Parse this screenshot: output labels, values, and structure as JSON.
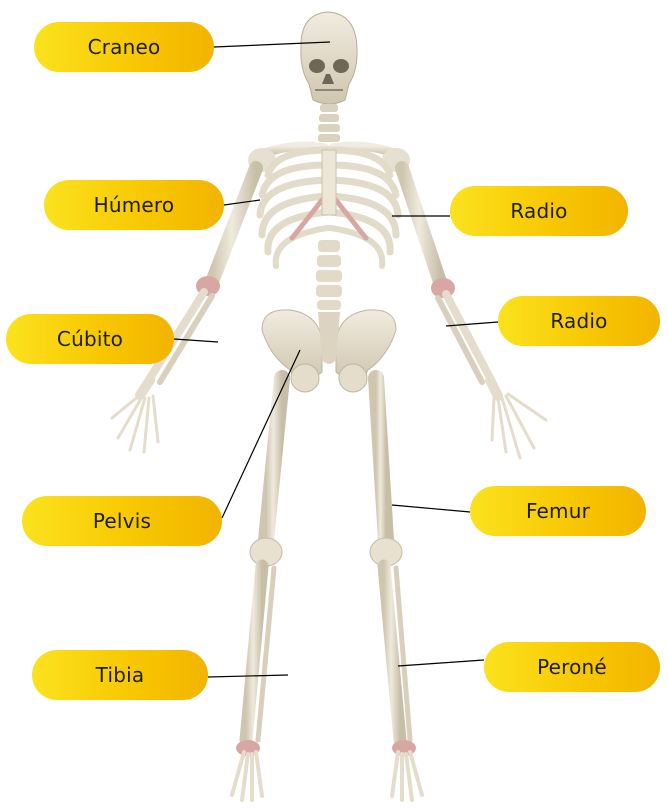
{
  "diagram": {
    "labels": {
      "craneo": "Craneo",
      "humero": "Húmero",
      "radio_1": "Radio",
      "cubito": "Cúbito",
      "radio_2": "Radio",
      "pelvis": "Pelvis",
      "femur": "Femur",
      "tibia": "Tibia",
      "perone": "Peroné"
    },
    "colors": {
      "label_fill": "#f7c600",
      "label_text": "#1d1d1d",
      "bone": "#e9e3d3",
      "bone_shadow": "#c9c0aa",
      "cartilage": "#d9a7a3",
      "leader_line": "#000000"
    }
  }
}
